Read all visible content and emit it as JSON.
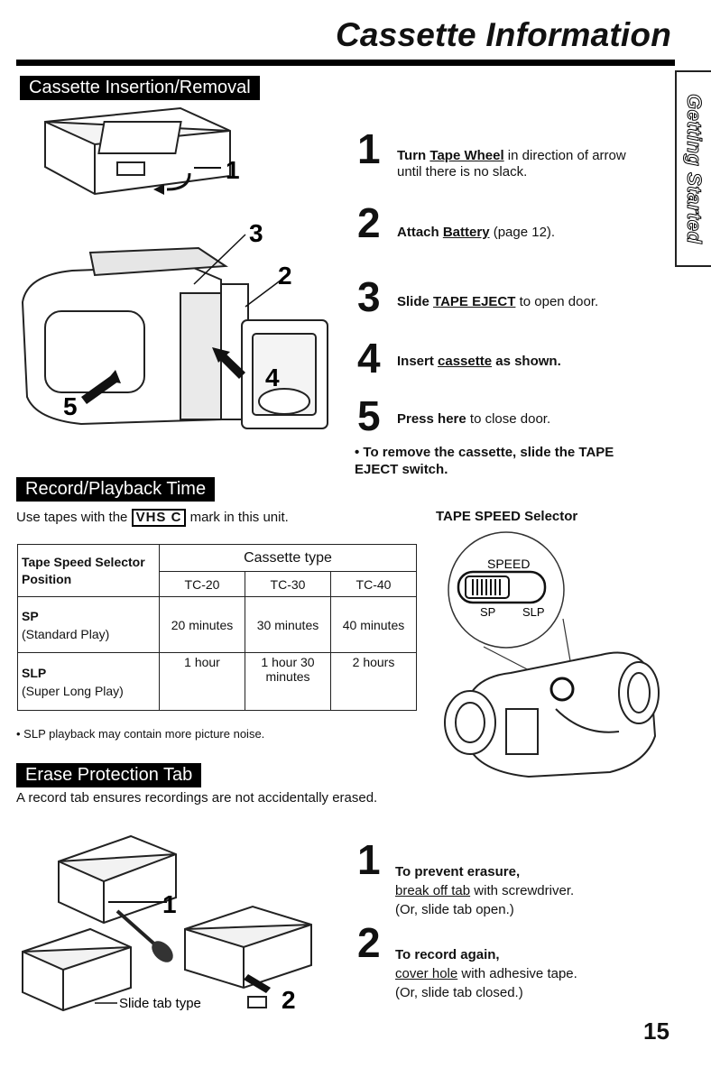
{
  "page": {
    "title": "Cassette Information",
    "side_tab": "Getting Started",
    "page_number": "15"
  },
  "insertion": {
    "heading": "Cassette Insertion/Removal",
    "callouts": [
      "1",
      "3",
      "2",
      "4",
      "5"
    ],
    "steps": [
      {
        "num": "1",
        "pre": "Turn ",
        "link": "Tape Wheel",
        "post": " in direction of arrow until there is no slack."
      },
      {
        "num": "2",
        "pre": "Attach ",
        "link": "Battery",
        "post": " (page 12)."
      },
      {
        "num": "3",
        "pre": "Slide ",
        "link": "TAPE EJECT",
        "post": " to open door."
      },
      {
        "num": "4",
        "pre": "Insert ",
        "link": "cassette",
        "post": " as shown."
      },
      {
        "num": "5",
        "pre": "Press here",
        "link": "",
        "post": " to close door."
      }
    ],
    "remove_note": "• To remove the cassette, slide the TAPE EJECT switch."
  },
  "record_time": {
    "heading": "Record/Playback Time",
    "intro_pre": "Use tapes with the",
    "vhs_mark": "VHS C",
    "intro_post": "mark in this unit.",
    "selector_label": "TAPE SPEED Selector",
    "selector": {
      "speed": "SPEED",
      "sp": "SP",
      "slp": "SLP"
    },
    "table": {
      "corner": "Tape Speed Selector Position",
      "group_header": "Cassette type",
      "columns": [
        "TC-20",
        "TC-30",
        "TC-40"
      ],
      "rows": [
        {
          "mode": "SP",
          "desc": "(Standard Play)",
          "cells": [
            "20 minutes",
            "30 minutes",
            "40 minutes"
          ]
        },
        {
          "mode": "SLP",
          "desc": "(Super Long Play)",
          "cells": [
            "1 hour",
            "1 hour 30 minutes",
            "2 hours"
          ]
        }
      ]
    },
    "note": "• SLP playback may contain more picture noise."
  },
  "erase": {
    "heading": "Erase Protection Tab",
    "intro": "A record tab ensures recordings are not accidentally erased.",
    "slide_label": "Slide tab type",
    "callouts": [
      "1",
      "2"
    ],
    "steps": [
      {
        "num": "1",
        "title": "To prevent erasure,",
        "link": "break off tab",
        "rest": " with screwdriver.",
        "alt": "(Or, slide tab open.)"
      },
      {
        "num": "2",
        "title": "To record again,",
        "link": "cover hole",
        "rest": " with adhesive tape.",
        "alt": "(Or, slide tab closed.)"
      }
    ]
  }
}
